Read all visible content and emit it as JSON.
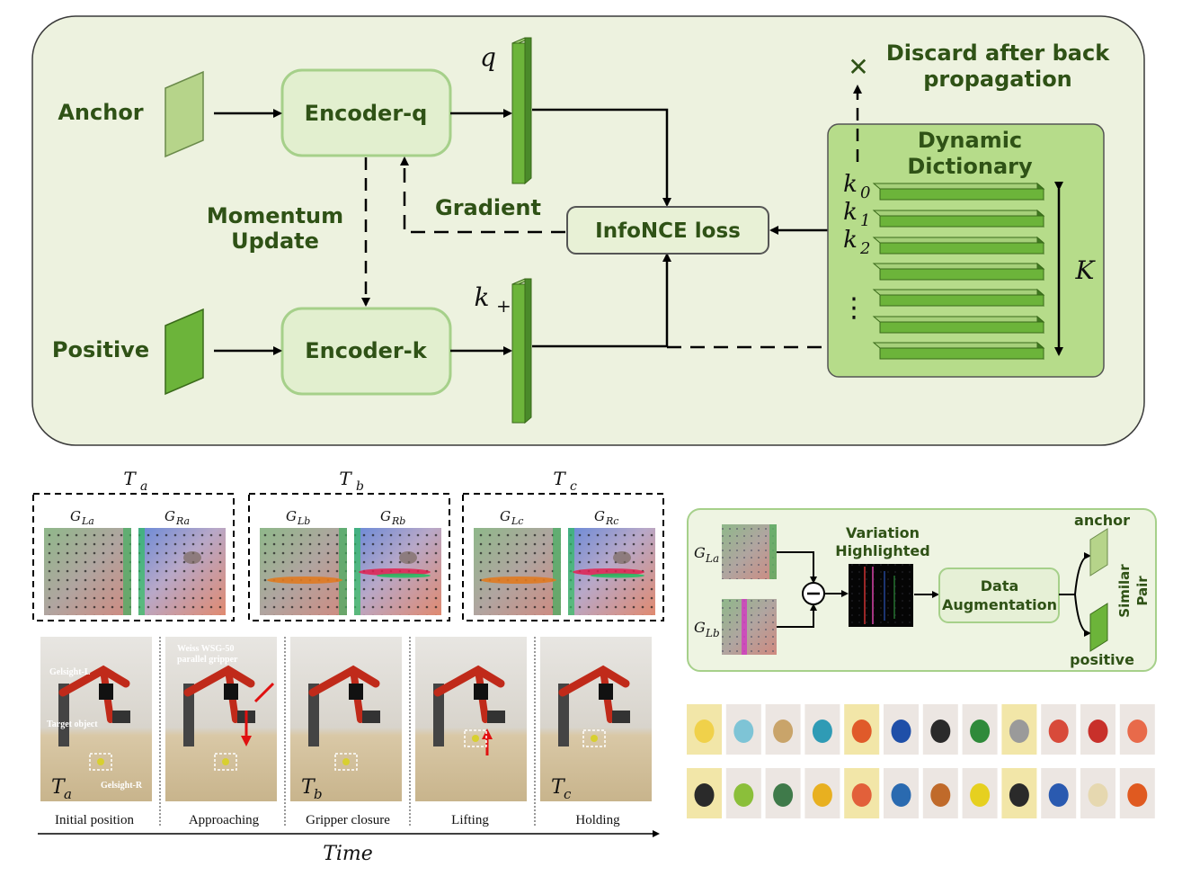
{
  "moco": {
    "anchor": "Anchor",
    "positive": "Positive",
    "encoder_q": "Encoder-q",
    "encoder_k": "Encoder-k",
    "q_label": "q",
    "k_plus_label": "k",
    "k_plus_sub": "+",
    "momentum_line1": "Momentum",
    "momentum_line2": "Update",
    "gradient": "Gradient",
    "infonce": "InfoNCE loss",
    "discard_line1": "Discard after back",
    "discard_line2": "propagation",
    "discard_mark": "✕",
    "dict_line1": "Dynamic",
    "dict_line2": "Dictionary",
    "k0": "k",
    "k0_sub": "0",
    "k1": "k",
    "k1_sub": "1",
    "k2": "k",
    "k2_sub": "2",
    "dots": "⋮",
    "K": "K"
  },
  "tactile": {
    "groups": [
      {
        "title": "T",
        "title_sub": "a",
        "left": "G",
        "left_sub": "La",
        "right": "G",
        "right_sub": "Ra"
      },
      {
        "title": "T",
        "title_sub": "b",
        "left": "G",
        "left_sub": "Lb",
        "right": "G",
        "right_sub": "Rb"
      },
      {
        "title": "T",
        "title_sub": "c",
        "left": "G",
        "left_sub": "Lc",
        "right": "G",
        "right_sub": "Rc"
      }
    ],
    "photo_annotations": {
      "gelsight_l": "Gelsight-L",
      "target_object": "Target object",
      "gelsight_r": "Gelsight-R",
      "gripper_line1": "Weiss WSG-50",
      "gripper_line2": "parallel gripper"
    },
    "photo_tags": [
      {
        "main": "T",
        "sub": "a"
      },
      {
        "main": "T",
        "sub": "b"
      },
      {
        "main": "T",
        "sub": "c"
      }
    ],
    "stages": [
      "Initial position",
      "Approaching",
      "Gripper closure",
      "Lifting",
      "Holding"
    ],
    "time_label": "Time"
  },
  "pair": {
    "gla": "G",
    "gla_sub": "La",
    "glb": "G",
    "glb_sub": "Lb",
    "variation_line1": "Variation",
    "variation_line2": "Highlighted",
    "aug_line1": "Data",
    "aug_line2": "Augmentation",
    "anchor": "anchor",
    "positive": "positive",
    "similar_line1": "Similar",
    "similar_line2": "Pair"
  },
  "objects": {
    "row1": [
      "#f0d14a",
      "#7ec4d6",
      "#c9a46a",
      "#2f9bb5",
      "#e05a2a",
      "#1f4fa8",
      "#2a2a2a",
      "#2f8a3a",
      "#9a9a9a",
      "#d84a3a",
      "#c8302a",
      "#e86a4a"
    ],
    "row2": [
      "#2a2a2a",
      "#8bbf3a",
      "#3f7a4a",
      "#e8b020",
      "#e2603a",
      "#2a6ab0",
      "#c06a2a",
      "#e6d020",
      "#2a2a2a",
      "#2a5ab0",
      "#e6d8b0",
      "#e05a20"
    ]
  }
}
